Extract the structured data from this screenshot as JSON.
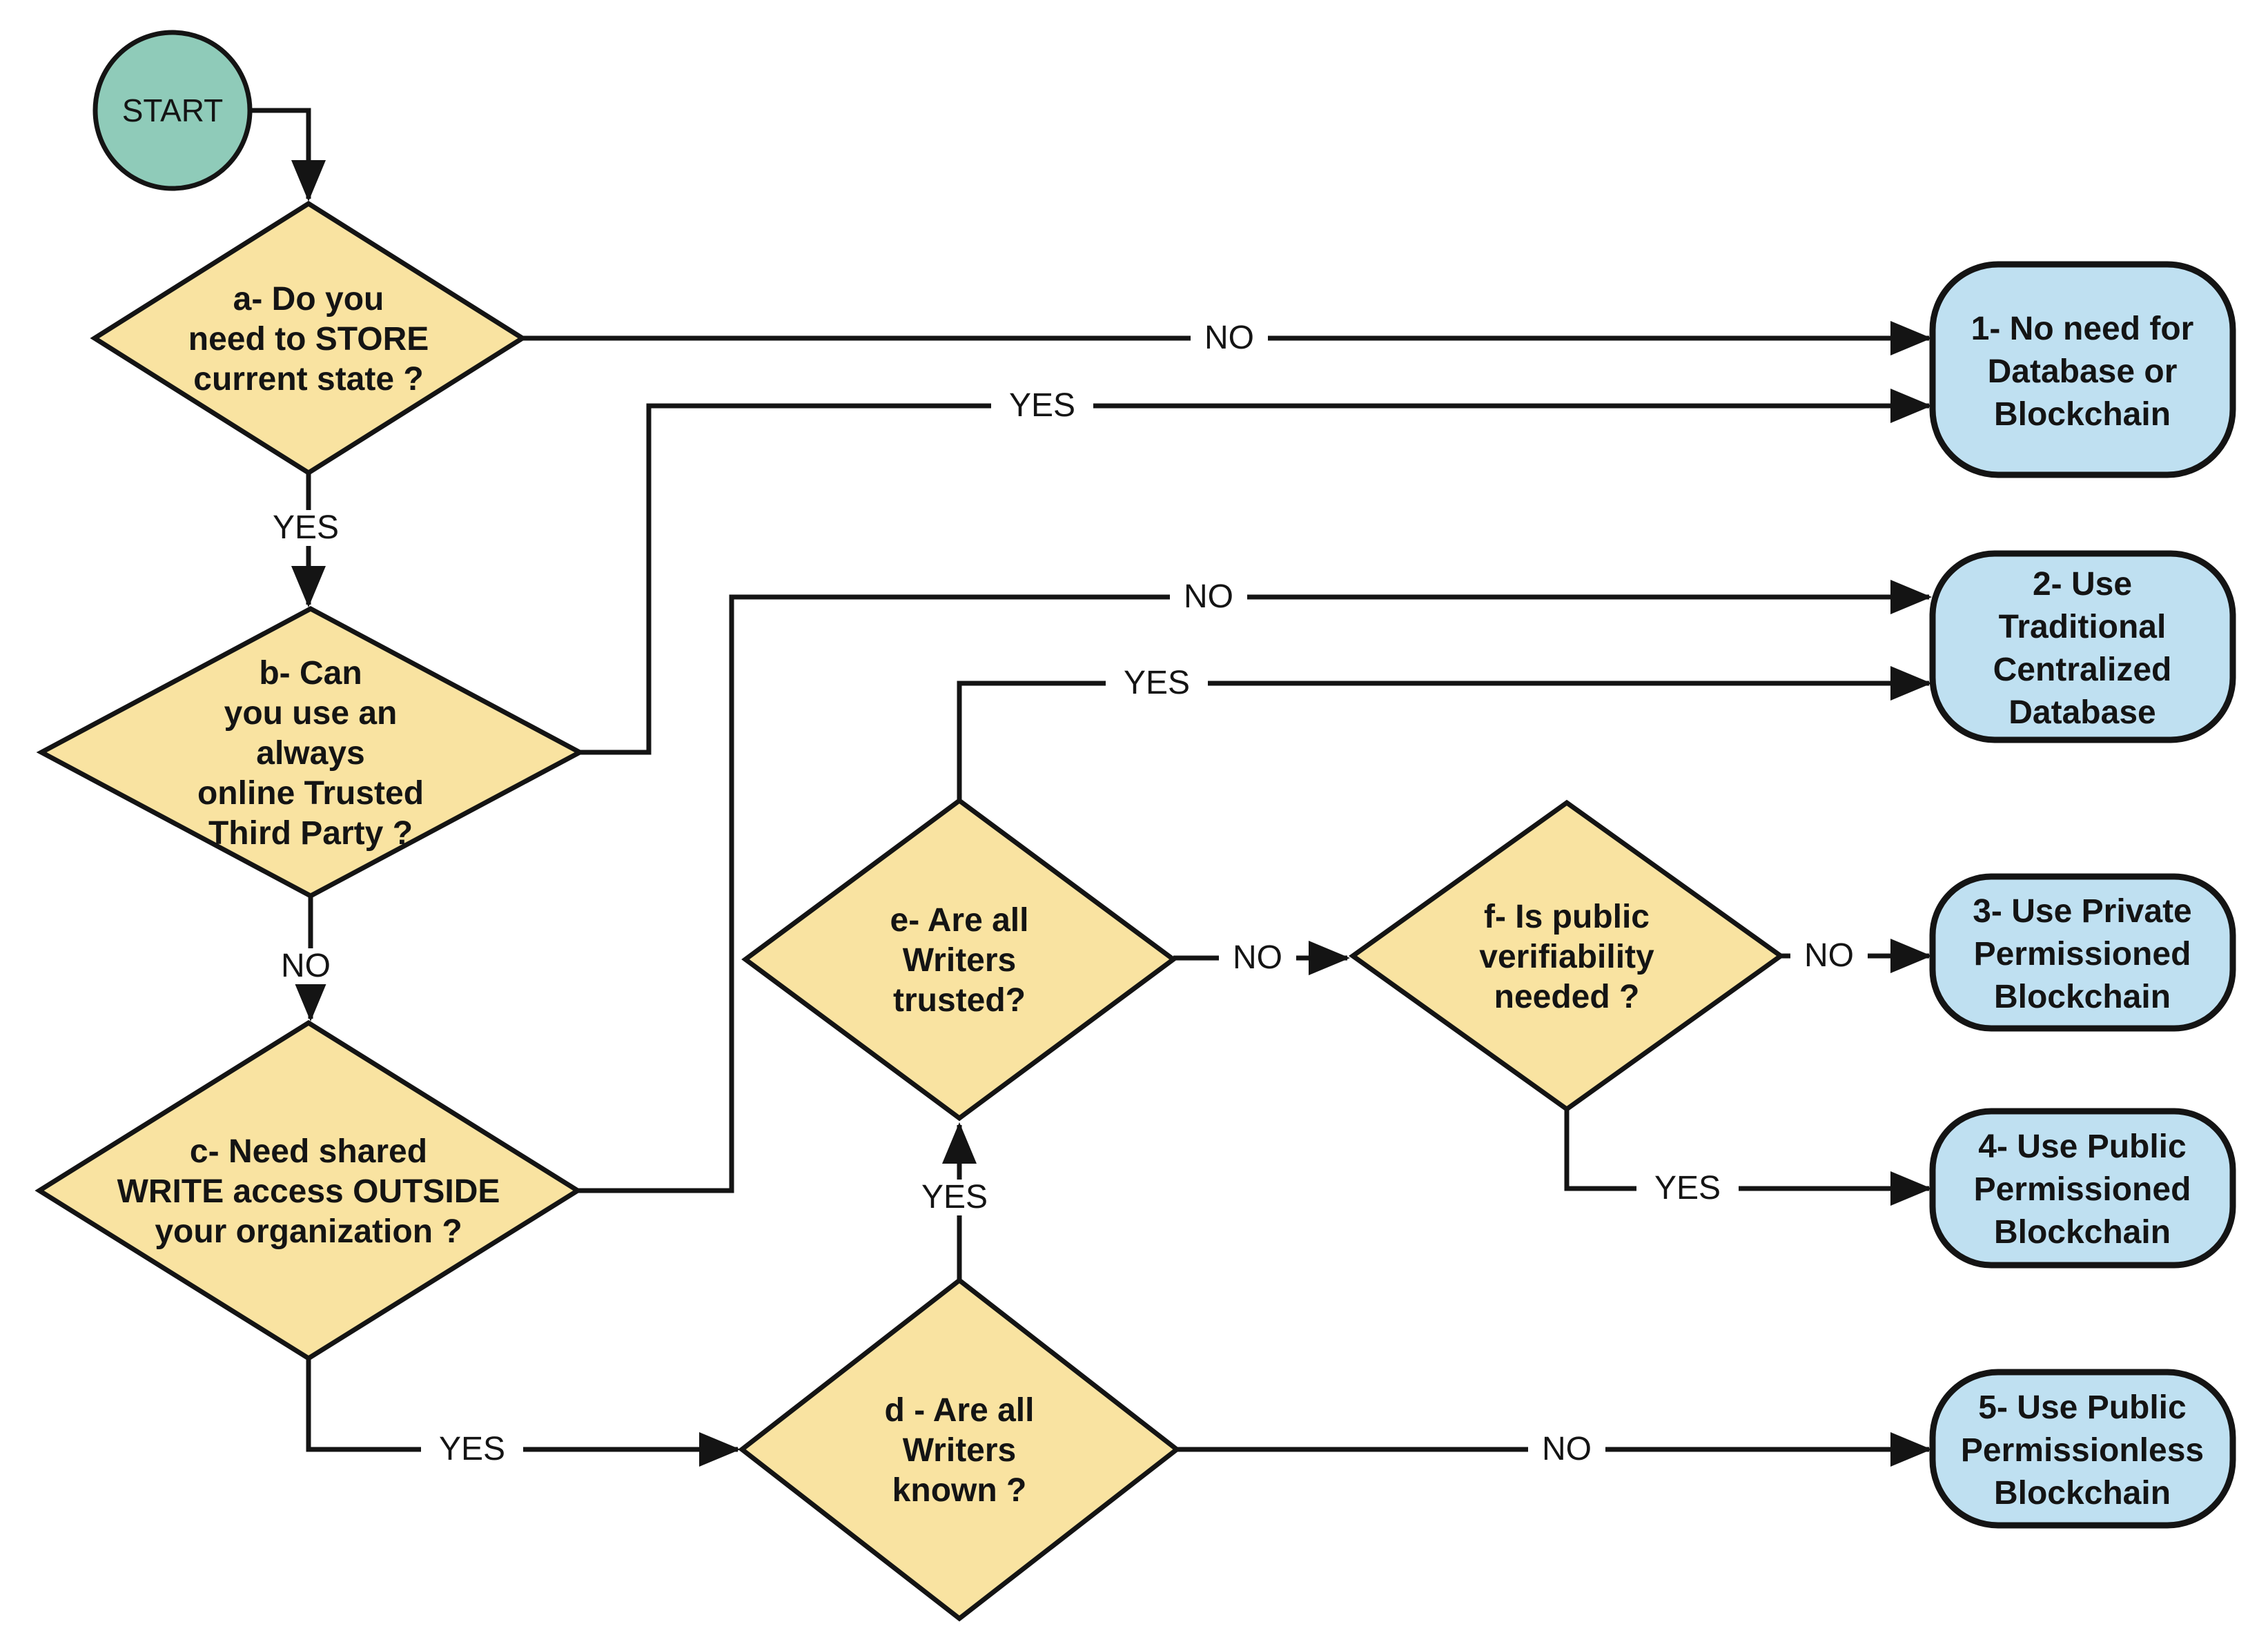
{
  "diagram": {
    "type": "flowchart",
    "colors": {
      "decision_fill": "#f9e3a1",
      "outcome_fill": "#bfe0f1",
      "start_fill": "#8fcbb9",
      "line": "#141414",
      "text": "#141414",
      "label_background": "#ffffff"
    },
    "start": {
      "label": "START"
    },
    "decisions": [
      {
        "id": "a",
        "lines": [
          "a- Do you",
          "need to STORE",
          "current state ?"
        ]
      },
      {
        "id": "b",
        "lines": [
          "b- Can",
          "you use an",
          "always",
          "online Trusted",
          "Third Party ?"
        ]
      },
      {
        "id": "c",
        "lines": [
          "c- Need shared",
          "WRITE access OUTSIDE",
          "your organization ?"
        ]
      },
      {
        "id": "d",
        "lines": [
          "d - Are all",
          "Writers",
          "known ?"
        ]
      },
      {
        "id": "e",
        "lines": [
          "e- Are all",
          "Writers",
          "trusted?"
        ]
      },
      {
        "id": "f",
        "lines": [
          "f- Is public",
          "verifiability",
          "needed ?"
        ]
      }
    ],
    "outcomes": [
      {
        "id": "1",
        "lines": [
          "1- No need for",
          "Database or",
          "Blockchain"
        ]
      },
      {
        "id": "2",
        "lines": [
          "2- Use",
          "Traditional",
          "Centralized",
          "Database"
        ]
      },
      {
        "id": "3",
        "lines": [
          "3- Use Private",
          "Permissioned",
          "Blockchain"
        ]
      },
      {
        "id": "4",
        "lines": [
          "4- Use Public",
          "Permissioned",
          "Blockchain"
        ]
      },
      {
        "id": "5",
        "lines": [
          "5- Use Public",
          "Permissionless",
          "Blockchain"
        ]
      }
    ],
    "edge_labels": {
      "a_no": "NO",
      "a_yes": "YES",
      "b_yes": "YES",
      "b_no": "NO",
      "c_no": "NO",
      "c_yes": "YES",
      "e_yes": "YES",
      "e_no": "NO",
      "f_no": "NO",
      "f_yes": "YES",
      "d_yes": "YES",
      "d_no": "NO"
    }
  }
}
